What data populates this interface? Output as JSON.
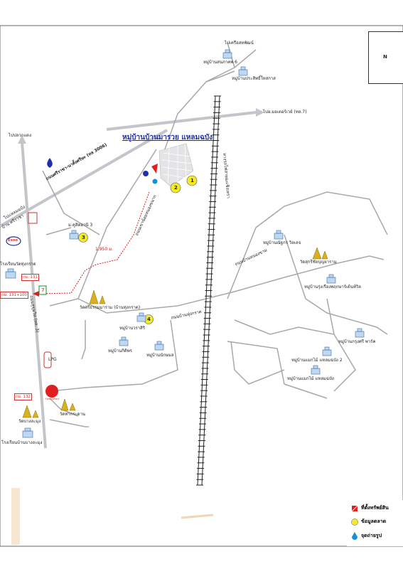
{
  "title": "หมู่บ้านบ้านมารวย แหลมฉบัง",
  "distance": "1,950 ม.",
  "north": "N",
  "roads": {
    "to_pluak_daeng": "ไปปลวกแดง",
    "to_laem_chabang": "ไปแหลมฉบัง",
    "to_motorway": "ไปอ.มอเตอร์เวย์ (ทล.7)",
    "sukhumvit": "ถนนสุขุมวิท (ทล. 3)",
    "sirindhorn": "ถนนศรีราชา-นาตั้งศรีษะ (ทล 3006)",
    "railway": "ทางรถไฟสายฉะเชิงเทรา",
    "wat_road": "ถนนเขาน้อยหนองขนาก",
    "nong_kham_road": "ถนนบ้านหนองขาม",
    "thungsuk_road": "ถนนบ้านทุ่งกราด",
    "km131": "กม. 131",
    "km131_100": "กม. 131+100",
    "km132": "กม. 132",
    "si_racha": "บ้าน ศรีราชา"
  },
  "places": {
    "sahaphat": "ไปเครือสหพัฒน์",
    "sanphalaw": "หมู่บ้านสนภาคพ 6",
    "prasit": "หมู่บ้านประสิทธิ์ใหสกาส",
    "khuenthong": "ม.คูสิตอานิ 3",
    "school1": "โรงเรียนวัดทุ่งกราด",
    "wat_siriraksa": "วัดศรีธรรมมาราม (บ้านทุ่งกราด)",
    "moo_rasi": "หมู่บ้านวราสิริ",
    "moo_kithsap": "หมู่บ้านกิติพร",
    "moo_sahamongkol": "หมู่บ้านนักษมล",
    "lpg": "LPG",
    "wat_thaikradan": "วัดท่ากระดาน",
    "wat_bang": "วัดบางละมุง",
    "school2": "โรงเรียนบ้านบางละมุง",
    "moo_thanakorn": "หมู่บ้านณัฐกร วิลเลจ",
    "wat_sukhonyaram": "วัดสุกรีชัยบุญยาราม",
    "moo_rungrueang": "หมู่บ้านรุ่งเรืองพฤกษาร์เด้นท์วิล",
    "moo_krungthep": "หมู่บ้านกรุงศรี พาร์ค",
    "moo_laem1": "หมู่บ้านแมกไม้ แหลมฉบัง 2",
    "moo_laem2": "หมู่บ้านแมกไม้ แหลมฉบัง",
    "esso": "Esso",
    "family_mart": "FamilyMart",
    "seven": "7"
  },
  "markers": [
    "1",
    "2",
    "3",
    "4"
  ],
  "legend": {
    "site": "ที่ตั้งทรัพย์สิน",
    "market": "ข้อมูลตลาด",
    "photo": "จุดถ่ายรูป"
  },
  "colors": {
    "road": "#a7a8ad",
    "major_road": "#c4c5ca",
    "marker_fill": "#f4ea28",
    "site": "#e02020",
    "photo": "#1290d8",
    "title": "#1f2fb0",
    "dist_path": "#d42020"
  }
}
